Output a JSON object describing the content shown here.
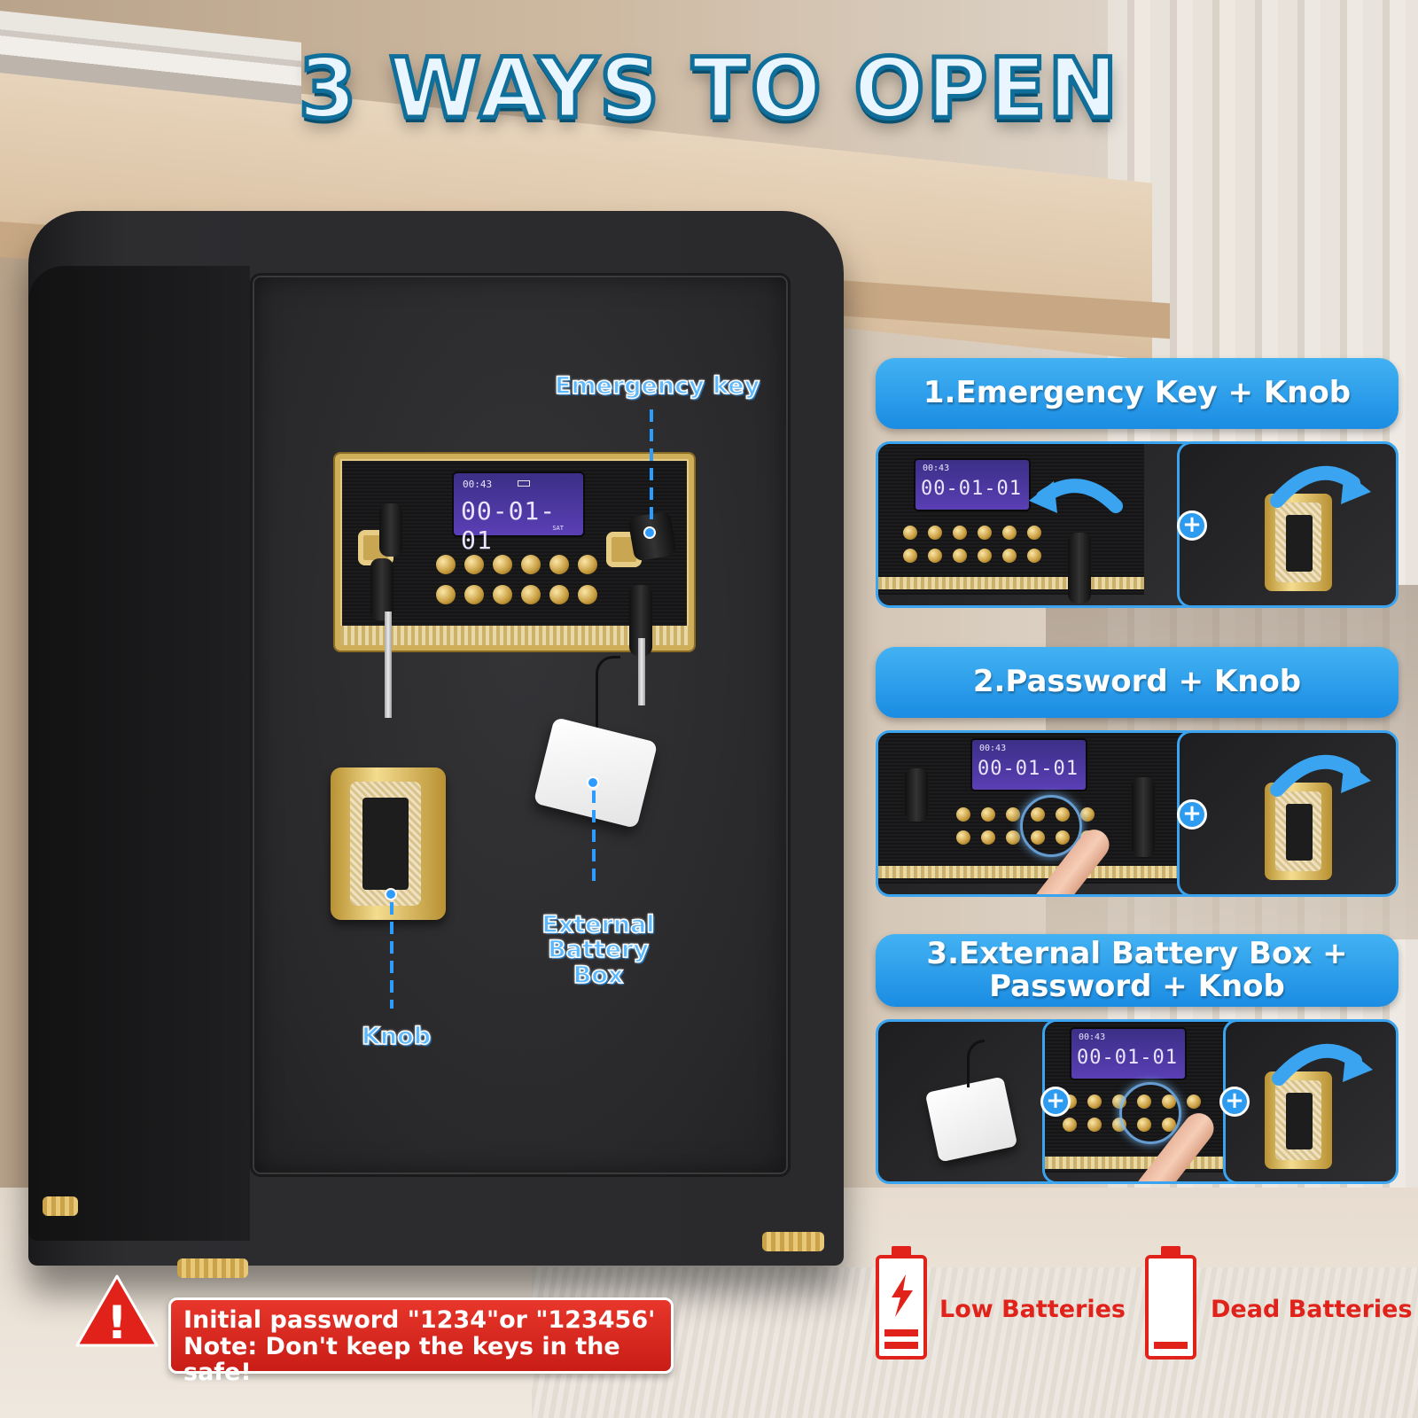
{
  "headline": "3 WAYS TO OPEN",
  "callouts": {
    "emergency_key": "Emergency key",
    "external_battery_line1": "External",
    "external_battery_line2": "Battery Box",
    "knob": "Knob"
  },
  "lcd": {
    "time": "00:43",
    "date": "00-01-01",
    "day": "SAT"
  },
  "methods": [
    {
      "line1": "1.Emergency Key + Knob",
      "line2": ""
    },
    {
      "line1": "2.Password + Knob",
      "line2": ""
    },
    {
      "line1": "3.External Battery Box +",
      "line2": "Password + Knob"
    }
  ],
  "plus_symbol": "+",
  "warning": {
    "icon_symbol": "!",
    "line1": "Initial password \"1234\"or \"123456'",
    "line2": "Note: Don't keep the keys in the safe!"
  },
  "batteries": {
    "low_label": "Low Batteries",
    "dead_label": "Dead Batteries"
  },
  "colors": {
    "accent_blue": "#2e9bff",
    "header_blue": "#1a8ce3",
    "warning_red": "#e0221a",
    "gold": "#cfae5a"
  },
  "icons": {
    "warning": "warning-triangle-icon",
    "low_battery": "battery-low-icon",
    "dead_battery": "battery-dead-icon",
    "rotate_arrow": "curved-arrow-icon"
  }
}
